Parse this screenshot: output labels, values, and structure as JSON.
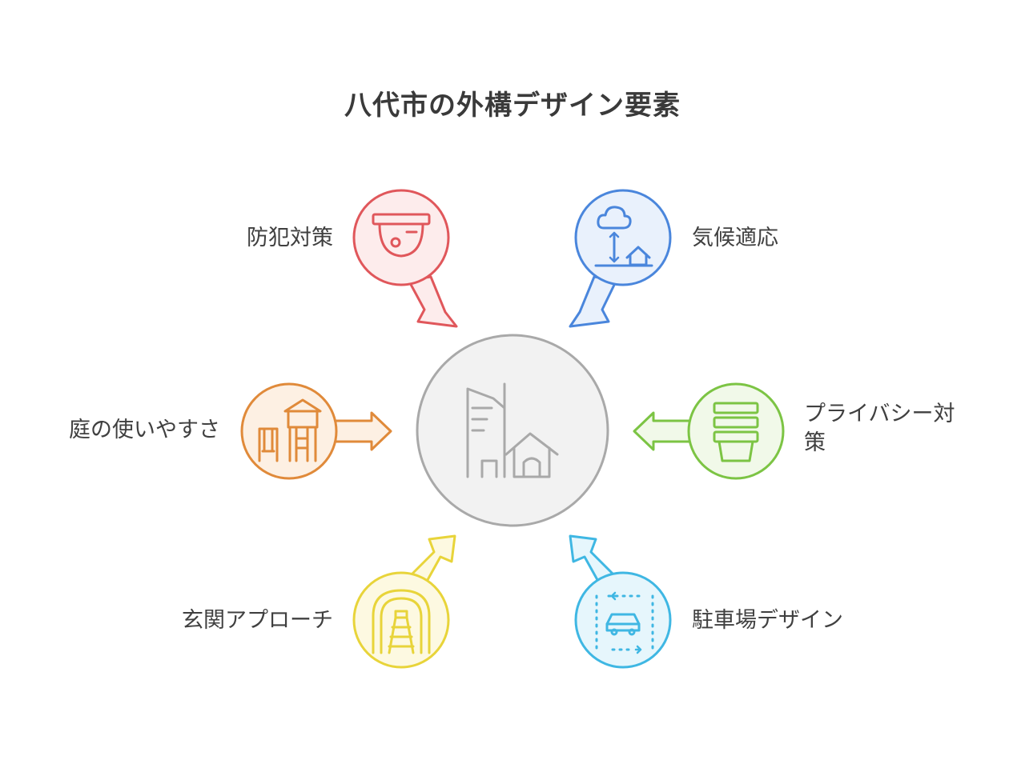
{
  "title": "八代市の外構デザイン要素",
  "center": {
    "icon": "building-house-icon"
  },
  "items": [
    {
      "id": "security",
      "label": "防犯対策",
      "color": "#e0575b",
      "fill": "#fdecec",
      "icon": "security-camera-icon"
    },
    {
      "id": "climate",
      "label": "気候適応",
      "color": "#4a86dc",
      "fill": "#e9f1fc",
      "icon": "cloud-house-icon"
    },
    {
      "id": "garden",
      "label": "庭の使いやすさ",
      "color": "#e08a3a",
      "fill": "#fdf0e3",
      "icon": "playground-icon"
    },
    {
      "id": "privacy",
      "label": "プライバシー対策",
      "color": "#7cc444",
      "fill": "#f1f9e9",
      "icon": "planter-stack-icon"
    },
    {
      "id": "entrance",
      "label": "玄関アプローチ",
      "color": "#e8d43a",
      "fill": "#fdf9e1",
      "icon": "tunnel-path-icon"
    },
    {
      "id": "parking",
      "label": "駐車場デザイン",
      "color": "#3fb7e3",
      "fill": "#e6f6fc",
      "icon": "car-parking-icon"
    }
  ]
}
